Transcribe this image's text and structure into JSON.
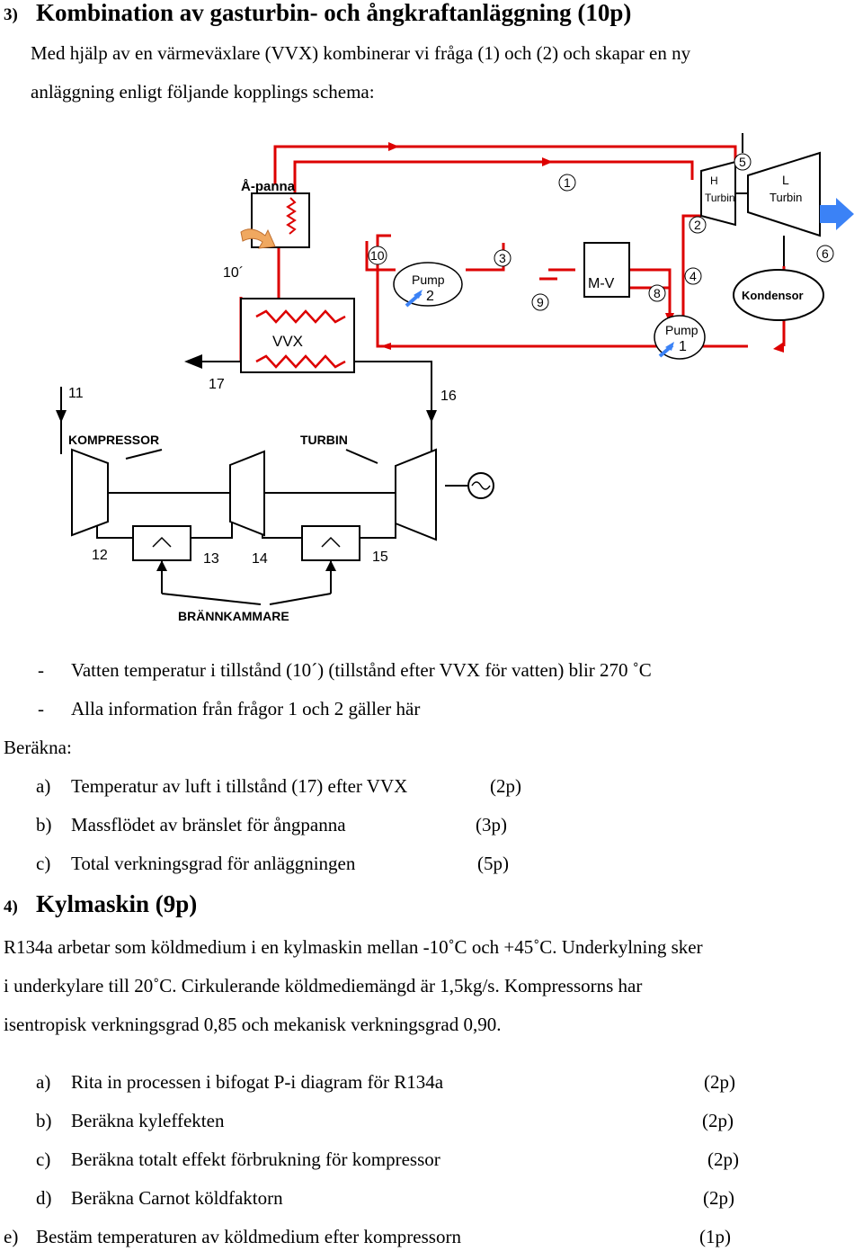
{
  "q3": {
    "number": "3)",
    "title": "Kombination av gasturbin- och ångkraftanläggning (10p)",
    "intro_line1": "Med hjälp av en värmeväxlare (VVX) kombinerar vi fråga (1) och (2) och skapar en ny",
    "intro_line2": "anläggning enligt följande kopplings schema:"
  },
  "diagram": {
    "apanna": "Å-panna",
    "pump2": "Pump",
    "pump2_num": "2",
    "pump1": "Pump",
    "pump1_num": "1",
    "mv": "M-V",
    "kondensor": "Kondensor",
    "vvx": "VVX",
    "h_turbin_top": "H",
    "h_turbin_bottom": "Turbin",
    "l_turbin_top": "L",
    "l_turbin_bottom": "Turbin",
    "kompressor": "KOMPRESSOR",
    "turbin": "TURBIN",
    "brannkammare": "BRÄNNKAMMARE",
    "n1": "1",
    "n2": "2",
    "n3": "3",
    "n4": "4",
    "n5": "5",
    "n6": "6",
    "n8": "8",
    "n9": "9",
    "n10": "10",
    "n10p": "10´",
    "n11": "11",
    "n12": "12",
    "n13": "13",
    "n14": "14",
    "n15": "15",
    "n16": "16",
    "n17": "17"
  },
  "q3_bullets": [
    "Vatten temperatur i tillstånd (10´) (tillstånd efter VVX för vatten) blir 270 ˚C",
    "Alla information från frågor 1 och 2 gäller här"
  ],
  "bullet_marker": "-",
  "berakna": "Beräkna:",
  "q3_items": [
    {
      "letter": "a)",
      "text": "Temperatur av luft i tillstånd (17) efter VVX",
      "points": "(2p)"
    },
    {
      "letter": "b)",
      "text": "Massflödet av bränslet för ångpanna",
      "points": "(3p)"
    },
    {
      "letter": "c)",
      "text": "Total verkningsgrad för anläggningen",
      "points": "(5p)"
    }
  ],
  "q4": {
    "number": "4)",
    "title": "Kylmaskin (9p)",
    "para_line1": "R134a arbetar som köldmedium i en kylmaskin  mellan -10˚C och +45˚C. Underkylning sker",
    "para_line2": "i underkylare till 20˚C. Cirkulerande köldmediemängd är 1,5kg/s. Kompressorns har",
    "para_line3": "isentropisk verkningsgrad 0,85 och mekanisk verkningsgrad 0,90."
  },
  "q4_items": [
    {
      "letter": "a)",
      "text": "Rita in processen i bifogat P-i diagram för R134a",
      "points": "(2p)"
    },
    {
      "letter": "b)",
      "text": "Beräkna kyleffekten",
      "points": "(2p)"
    },
    {
      "letter": "c)",
      "text": "Beräkna totalt effekt förbrukning för kompressor",
      "points": "(2p)"
    },
    {
      "letter": "d)",
      "text": "Beräkna Carnot köldfaktorn",
      "points": "(2p)"
    },
    {
      "letter": "e)",
      "text": "Bestäm temperaturen  av köldmedium efter kompressorn",
      "points": "(1p)"
    }
  ],
  "colors": {
    "steam_line": "#dd0000",
    "arrow_fill": "#f0a860",
    "pump_arrow": "#3b82f6",
    "text": "#000000"
  }
}
